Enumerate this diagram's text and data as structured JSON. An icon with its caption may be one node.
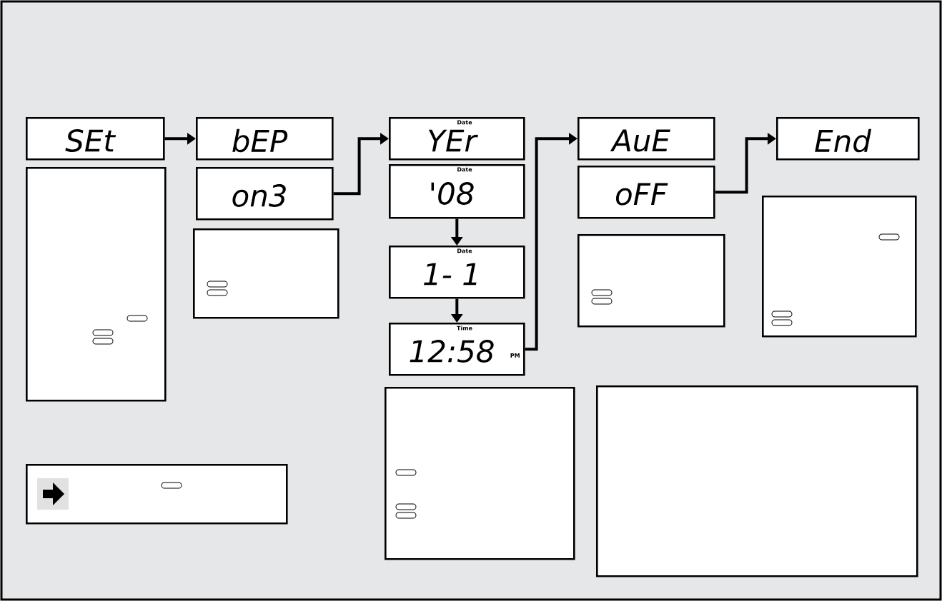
{
  "diagram": {
    "nodes": [
      {
        "text": [
          "SEt"
        ]
      },
      {
        "text": [
          "bEP"
        ]
      },
      {
        "text": [
          "on3"
        ]
      },
      {
        "text": [
          "Date",
          "YEr"
        ]
      },
      {
        "text": [
          "Date",
          "'08"
        ]
      },
      {
        "text": [
          "Date",
          "1- 1"
        ]
      },
      {
        "text": [
          "Time",
          "12:58",
          "PM"
        ]
      },
      {
        "text": [
          "AuE"
        ]
      },
      {
        "text": [
          "oFF"
        ]
      },
      {
        "text": [
          "End"
        ]
      },
      {
        "text": [],
        "shape": "box"
      },
      {
        "text": [],
        "shape": "box"
      },
      {
        "text": [],
        "shape": "box"
      },
      {
        "text": [],
        "shape": "box"
      },
      {
        "text": [],
        "shape": "box"
      },
      {
        "text": [],
        "shape": "box"
      },
      {
        "text": [],
        "shape": "box"
      }
    ],
    "edges": [
      {
        "from": 0,
        "to": 1,
        "arrow": "to"
      },
      {
        "from": 2,
        "to": 3,
        "arrow": "to"
      },
      {
        "from": 4,
        "to": 5,
        "arrow": "to"
      },
      {
        "from": 5,
        "to": 6,
        "arrow": "to"
      },
      {
        "from": 6,
        "to": 7,
        "arrow": "to"
      },
      {
        "from": 8,
        "to": 9,
        "arrow": "to"
      }
    ]
  }
}
